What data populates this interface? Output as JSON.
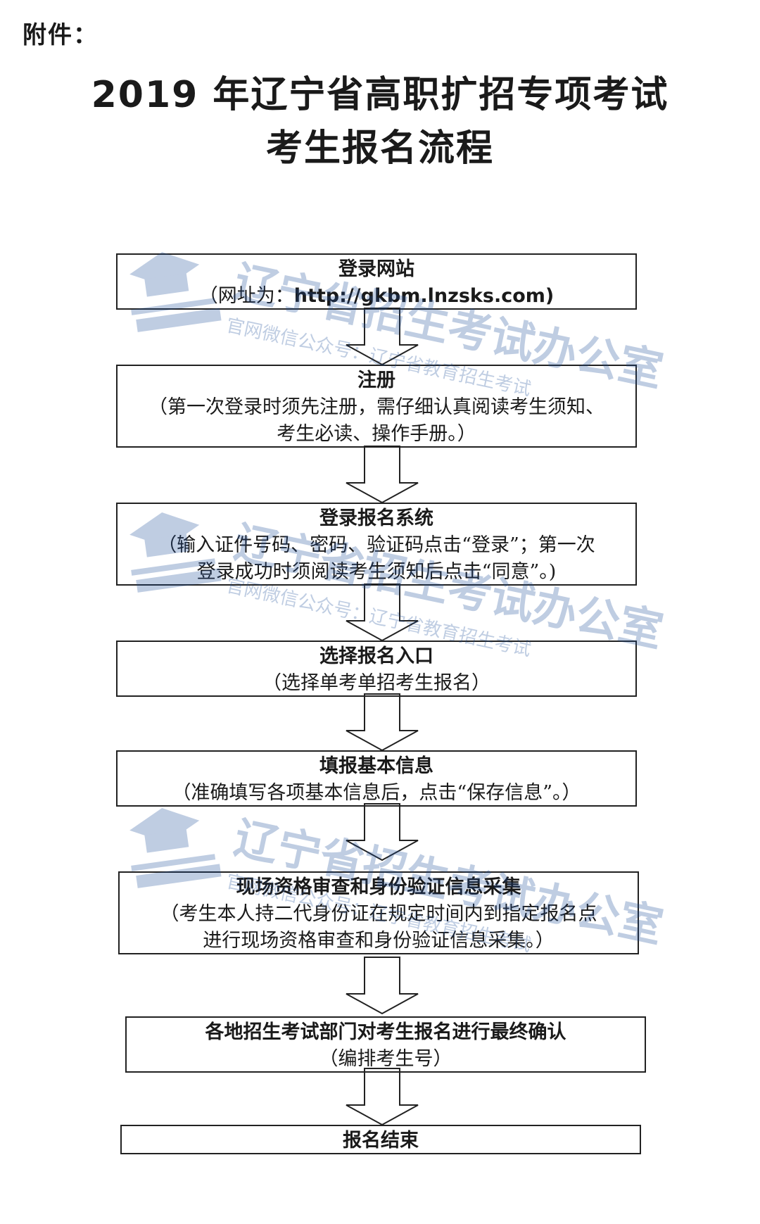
{
  "attachment_label": "附件：",
  "title": {
    "line1": "2019 年辽宁省高职扩招专项考试",
    "line2": "考生报名流程"
  },
  "steps": [
    {
      "heading": "登录网站",
      "lines": [
        "（网址为：",
        "http://gkbm.lnzsks.com)"
      ]
    },
    {
      "heading": "注册",
      "lines": [
        "（第一次登录时须先注册，需仔细认真阅读考生须知、",
        "考生必读、操作手册。）"
      ]
    },
    {
      "heading": "登录报名系统",
      "lines": [
        "（输入证件号码、密码、验证码点击“登录”；第一次",
        "登录成功时须阅读考生须知后点击“同意”。)"
      ]
    },
    {
      "heading": "选择报名入口",
      "lines": [
        "（选择单考单招考生报名）"
      ]
    },
    {
      "heading": "填报基本信息",
      "lines": [
        "（准确填写各项基本信息后，点击“保存信息”。）"
      ]
    },
    {
      "heading": "现场资格审查和身份验证信息采集",
      "lines": [
        "（考生本人持二代身份证在规定时间内到指定报名点",
        "进行现场资格审查和身份验证信息采集。）"
      ]
    },
    {
      "heading": "各地招生考试部门对考生报名进行最终确认",
      "lines": [
        "（编排考生号）"
      ]
    },
    {
      "heading": "报名结束",
      "lines": []
    }
  ],
  "watermark": {
    "org": "辽宁省招生考试办公室",
    "subtitle": "官网微信公众号：辽宁省教育招生考试"
  }
}
